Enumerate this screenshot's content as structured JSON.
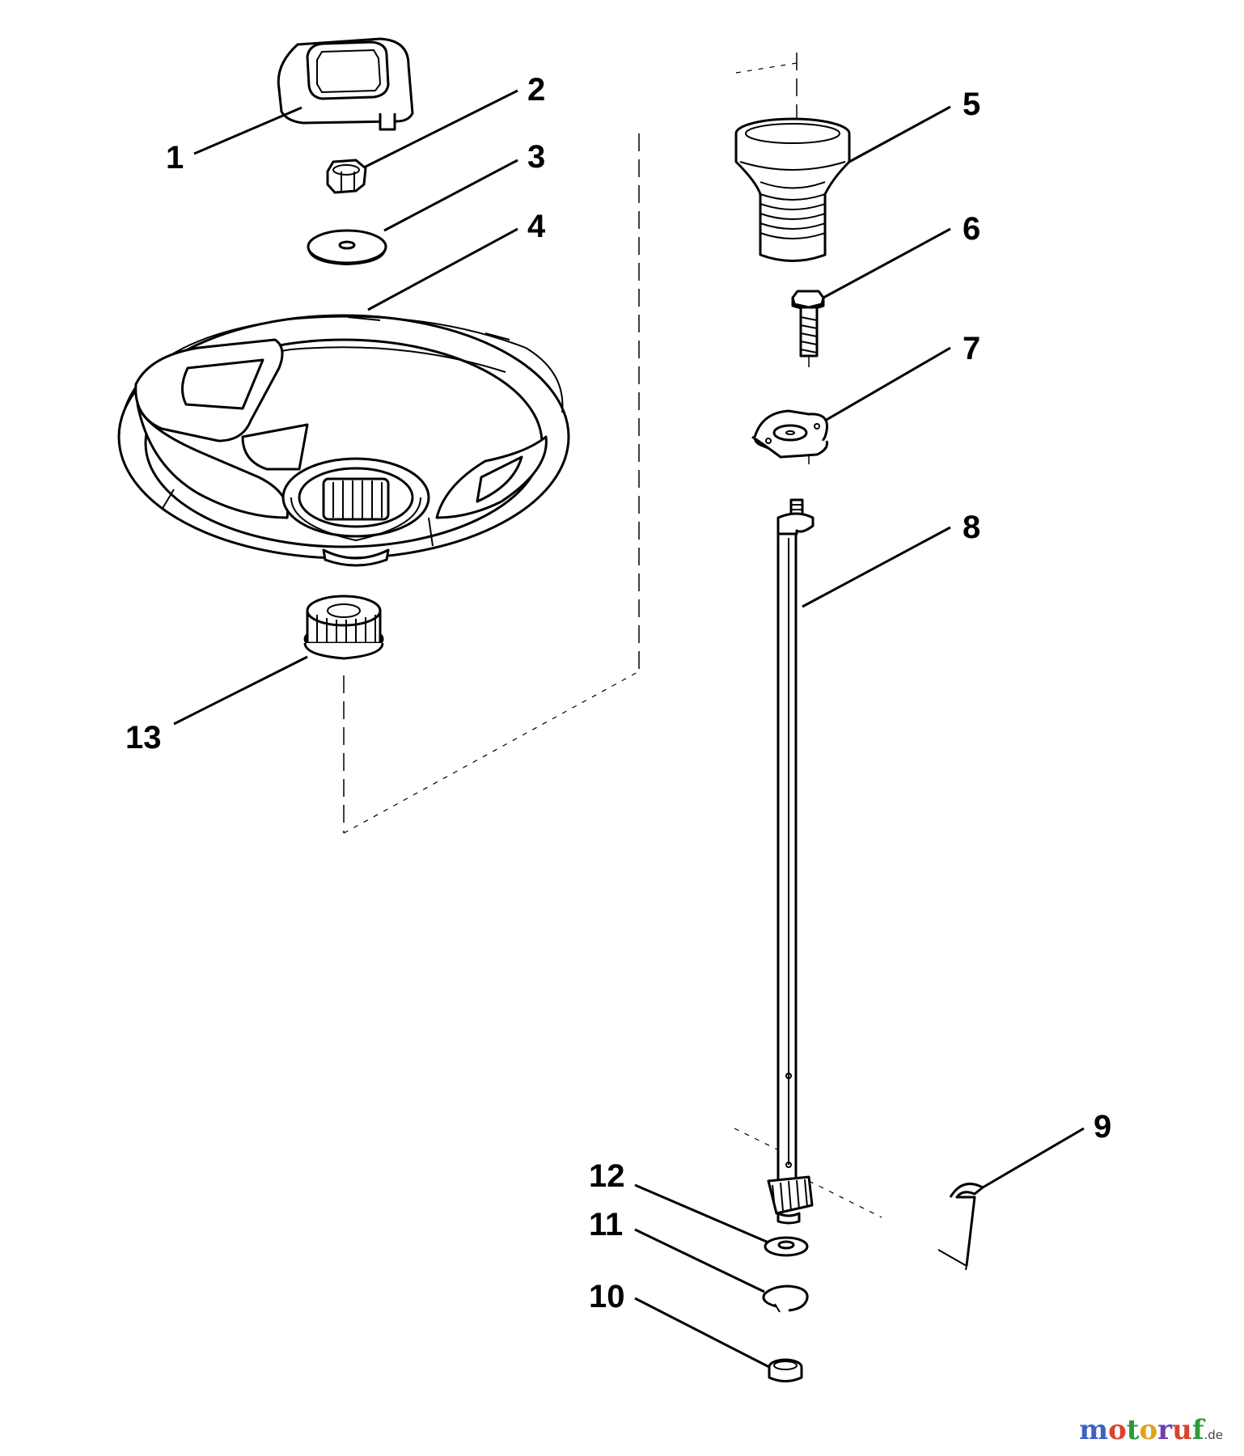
{
  "diagram": {
    "callouts": {
      "c1": "1",
      "c2": "2",
      "c3": "3",
      "c4": "4",
      "c5": "5",
      "c6": "6",
      "c7": "7",
      "c8": "8",
      "c9": "9",
      "c10": "10",
      "c11": "11",
      "c12": "12",
      "c13": "13"
    }
  },
  "watermark": {
    "text": "motoruf",
    "tld": ".de"
  }
}
